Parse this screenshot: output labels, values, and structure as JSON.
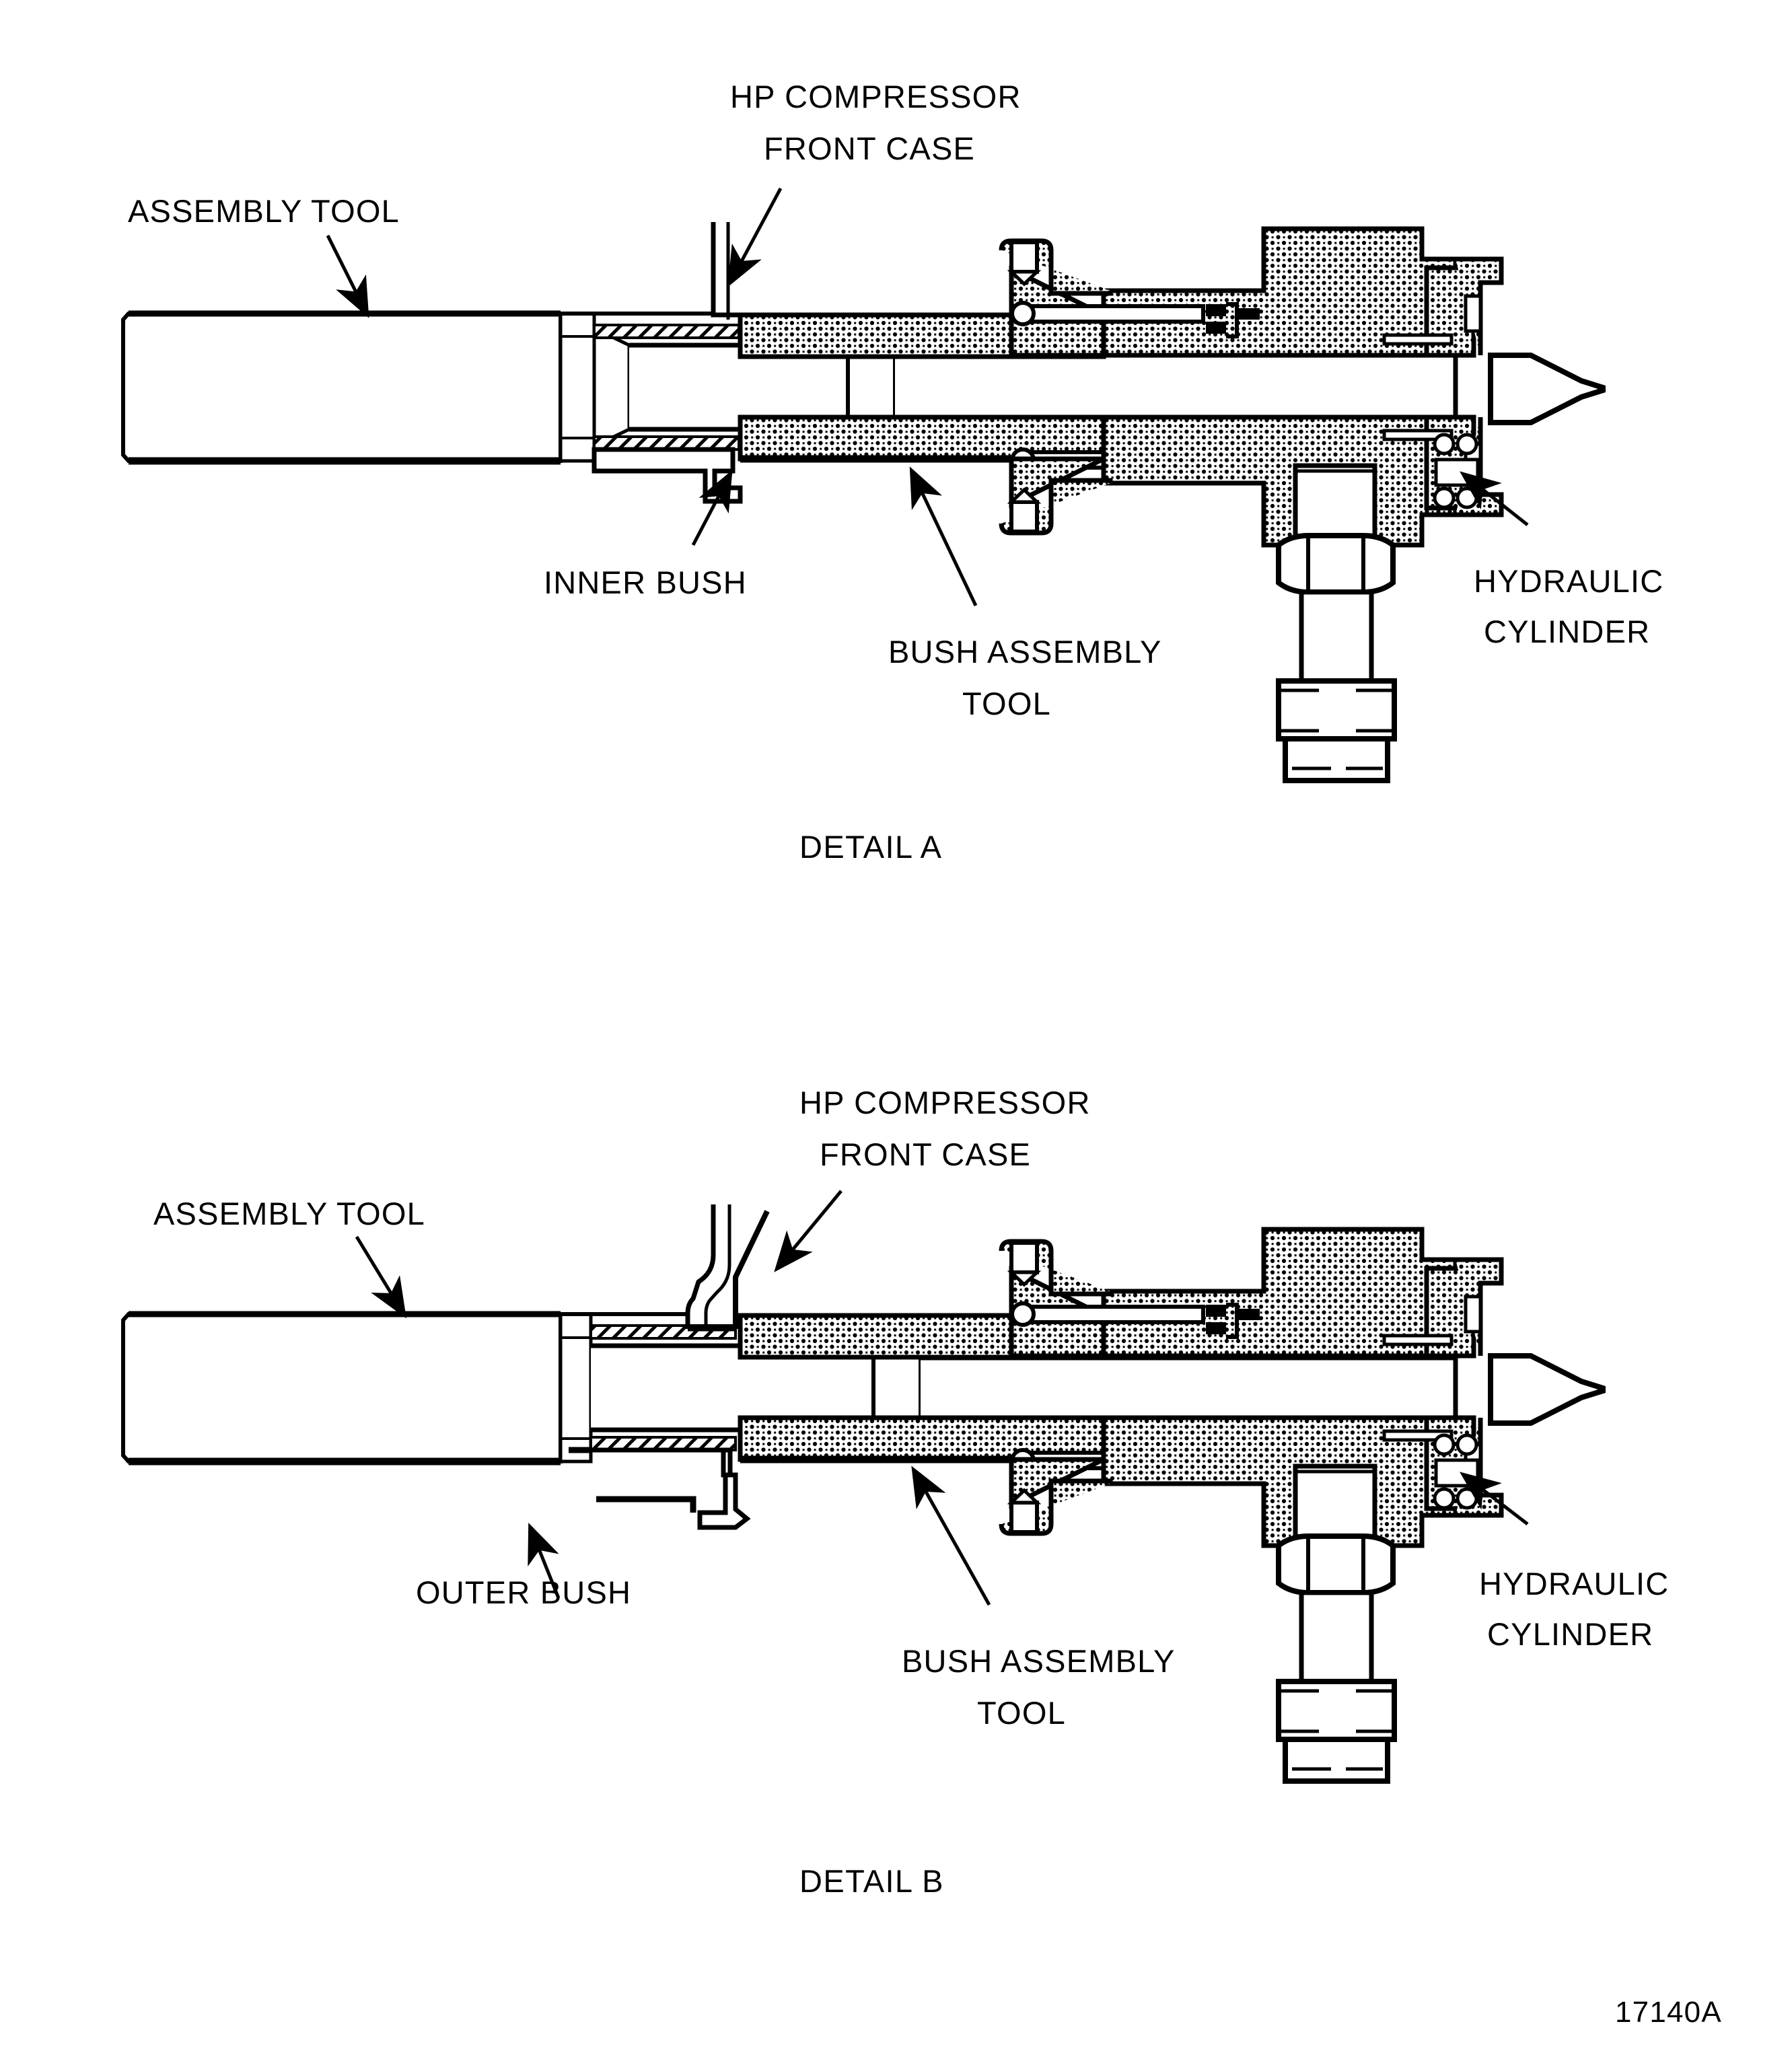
{
  "document": {
    "type": "engineering-cross-section-drawing",
    "drawing_number": "17140A"
  },
  "details": [
    {
      "id": "A",
      "caption": "DETAIL A",
      "labels": {
        "assembly_tool": "ASSEMBLY TOOL",
        "hp_compressor_front_case_line1": "HP COMPRESSOR",
        "hp_compressor_front_case_line2": "FRONT CASE",
        "bush": "INNER BUSH",
        "bush_assembly_tool_line1": "BUSH ASSEMBLY",
        "bush_assembly_tool_line2": "TOOL",
        "hydraulic_cylinder_line1": "HYDRAULIC",
        "hydraulic_cylinder_line2": "CYLINDER"
      }
    },
    {
      "id": "B",
      "caption": "DETAIL B",
      "labels": {
        "assembly_tool": "ASSEMBLY TOOL",
        "hp_compressor_front_case_line1": "HP COMPRESSOR",
        "hp_compressor_front_case_line2": "FRONT CASE",
        "bush": "OUTER BUSH",
        "bush_assembly_tool_line1": "BUSH ASSEMBLY",
        "bush_assembly_tool_line2": "TOOL",
        "hydraulic_cylinder_line1": "HYDRAULIC",
        "hydraulic_cylinder_line2": "CYLINDER"
      }
    }
  ],
  "colors": {
    "line": "#000000",
    "background": "#ffffff",
    "hatch_fill": "#000000"
  }
}
